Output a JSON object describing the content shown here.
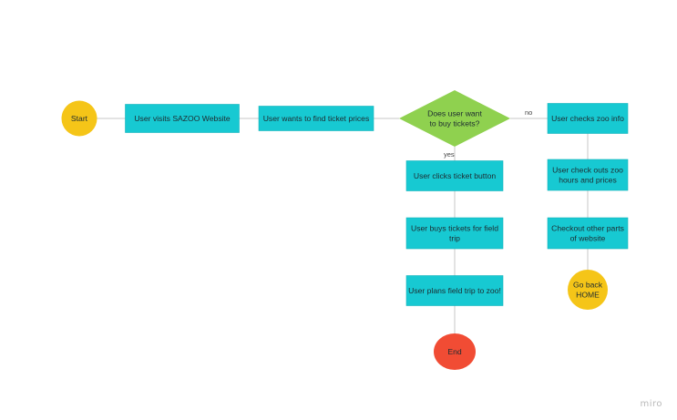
{
  "colors": {
    "process": "#17c9d2",
    "process_border": "#13b3bb",
    "decision": "#8fd14f",
    "terminal_yellow": "#f5c518",
    "terminal_red": "#f14c34",
    "connector": "#c7c7c7",
    "text": "#1d2b30"
  },
  "nodes": {
    "start": {
      "text": [
        "Start"
      ],
      "shape": "circle-yellow"
    },
    "visit": {
      "text": [
        "User visits SAZOO Website"
      ],
      "shape": "process"
    },
    "find_prices": {
      "text": [
        "User wants to find ticket prices"
      ],
      "shape": "process"
    },
    "decision": {
      "text": [
        "Does user want",
        "to buy tickets?"
      ],
      "shape": "diamond"
    },
    "zoo_info": {
      "text": [
        "User checks zoo info"
      ],
      "shape": "process"
    },
    "hours_prices": {
      "text": [
        "User check outs zoo",
        "hours and prices"
      ],
      "shape": "process"
    },
    "other_parts": {
      "text": [
        "Checkout other parts",
        "of website"
      ],
      "shape": "process"
    },
    "go_home": {
      "text": [
        "Go back",
        "HOME"
      ],
      "shape": "circle-yellow"
    },
    "ticket_button": {
      "text": [
        "User clicks ticket button"
      ],
      "shape": "process"
    },
    "buys_tickets": {
      "text": [
        "User buys tickets for field",
        "trip"
      ],
      "shape": "process"
    },
    "plans_trip": {
      "text": [
        "User plans field trip to zoo!"
      ],
      "shape": "process"
    },
    "end": {
      "text": [
        "End"
      ],
      "shape": "ellipse-red"
    }
  },
  "edges": [
    {
      "from": "start",
      "to": "visit",
      "label": ""
    },
    {
      "from": "visit",
      "to": "find_prices",
      "label": ""
    },
    {
      "from": "find_prices",
      "to": "decision",
      "label": ""
    },
    {
      "from": "decision",
      "to": "zoo_info",
      "label": "no"
    },
    {
      "from": "decision",
      "to": "ticket_button",
      "label": "yes"
    },
    {
      "from": "zoo_info",
      "to": "hours_prices",
      "label": ""
    },
    {
      "from": "hours_prices",
      "to": "other_parts",
      "label": ""
    },
    {
      "from": "other_parts",
      "to": "go_home",
      "label": ""
    },
    {
      "from": "ticket_button",
      "to": "buys_tickets",
      "label": ""
    },
    {
      "from": "buys_tickets",
      "to": "plans_trip",
      "label": ""
    },
    {
      "from": "plans_trip",
      "to": "end",
      "label": ""
    }
  ],
  "watermark": "miro"
}
